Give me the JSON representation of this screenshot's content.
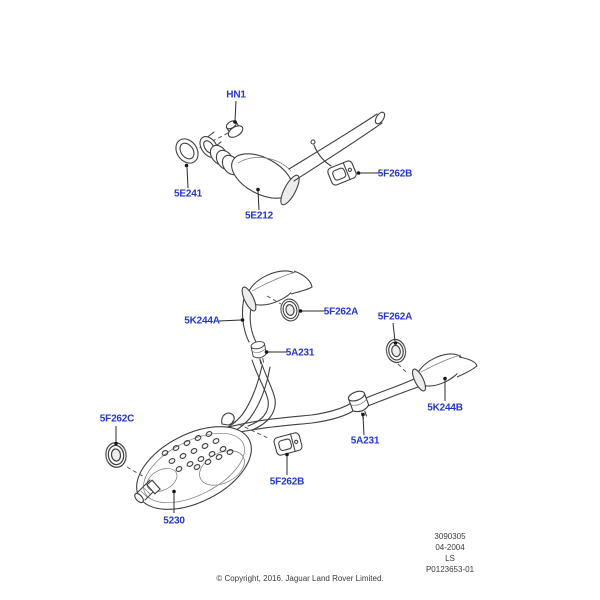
{
  "diagram_labels": [
    {
      "code": "HN1"
    },
    {
      "code": "5E241"
    },
    {
      "code": "5E212"
    },
    {
      "code": "5F262B"
    },
    {
      "code": "5K244A"
    },
    {
      "code": "5F262A"
    },
    {
      "code": "5F262A"
    },
    {
      "code": "5A231"
    },
    {
      "code": "5A231"
    },
    {
      "code": "5K244B"
    },
    {
      "code": "5F262C"
    },
    {
      "code": "5F262B"
    },
    {
      "code": "5230"
    }
  ],
  "plate": {
    "lines": [
      "3090305",
      "04-2004",
      "LS",
      "P0123653-01"
    ]
  },
  "copyright": "© Copyright, 2016. Jaguar Land Rover Limited.",
  "colors": {
    "label_blue": "#2336cc",
    "line_gray": "#404040",
    "text_gray": "#3a3a3a"
  }
}
